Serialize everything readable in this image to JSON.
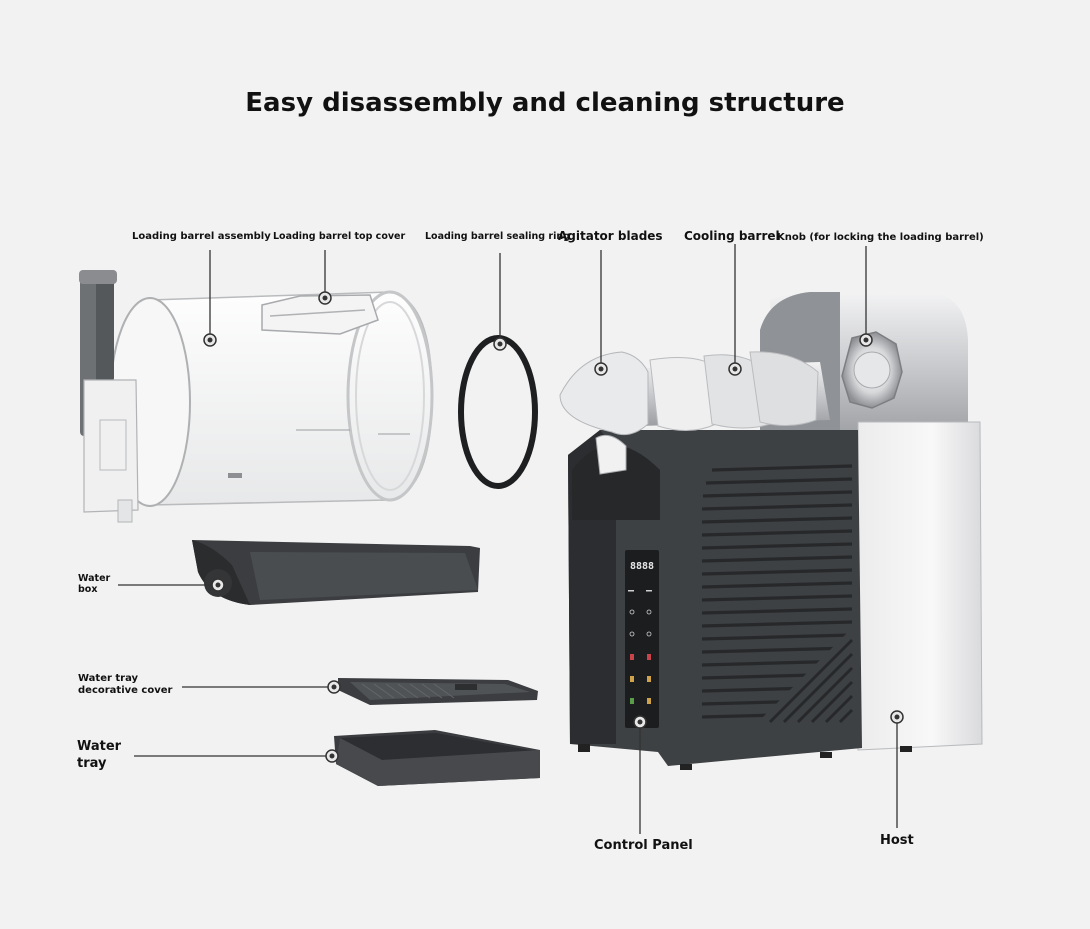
{
  "title": "Easy disassembly and cleaning structure",
  "labels": {
    "loading_barrel_assembly": "Loading barrel assembly",
    "loading_barrel_top_cover": "Loading barrel top cover",
    "loading_barrel_sealing_ring": "Loading barrel sealing ring",
    "agitator_blades": "Agitator blades",
    "cooling_barrel": "Cooling barrel",
    "knob": "Knob (for locking the loading barrel)",
    "water_box_line1": "Water",
    "water_box_line2": "box",
    "water_tray_cover_line1": "Water tray",
    "water_tray_cover_line2": "decorative cover",
    "water_tray_line1": "Water",
    "water_tray_line2": "tray",
    "control_panel": "Control Panel",
    "host": "Host"
  },
  "display": {
    "digits": "8888"
  },
  "colors": {
    "background": "#f2f2f2",
    "machine_body": "#3e4144",
    "machine_dark": "#2b2d30",
    "steel": "#c9cbce",
    "leader_line": "#333333"
  }
}
